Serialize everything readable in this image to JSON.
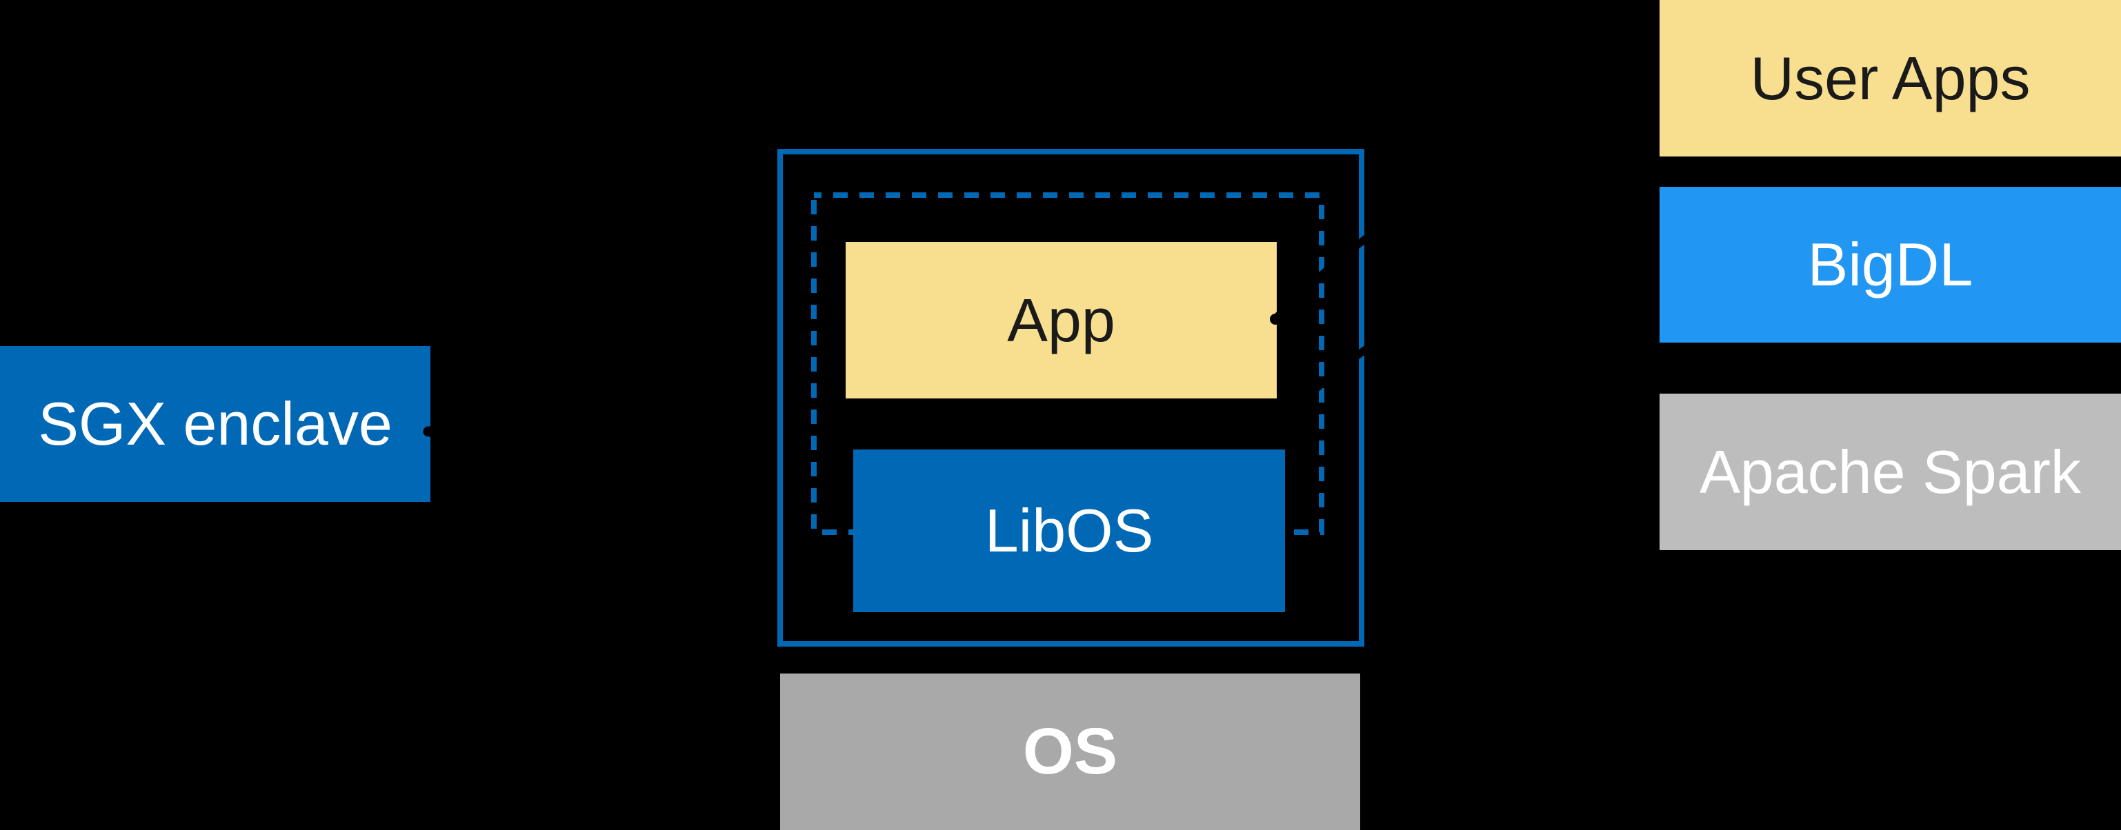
{
  "diagram": {
    "type": "architecture-diagram",
    "background": "#000000",
    "left_column": {
      "sgx_label": "SGX enclave"
    },
    "host_stack": {
      "app_label": "App",
      "libos_label": "LibOS",
      "os_label": "OS",
      "enclave_boundary_style": "dashed",
      "host_boundary_style": "solid"
    },
    "right_stack": {
      "user_apps_label": "User Apps",
      "bigdl_label": "BigDL",
      "spark_label": "Apache Spark"
    },
    "connectors": [
      "sgx-enclave-pointer-line",
      "arrow-to-app",
      "arrow-to-enclave"
    ],
    "colors": {
      "intel_blue": "#0068B5",
      "bright_blue": "#2196F3",
      "yellow": "#F8DF8F",
      "os_gray": "#A9A9A9",
      "spark_gray": "#BDBDBD",
      "white_text": "#FFFFFF",
      "dark_text": "#1A1A1A",
      "connector_black": "#000000"
    }
  }
}
